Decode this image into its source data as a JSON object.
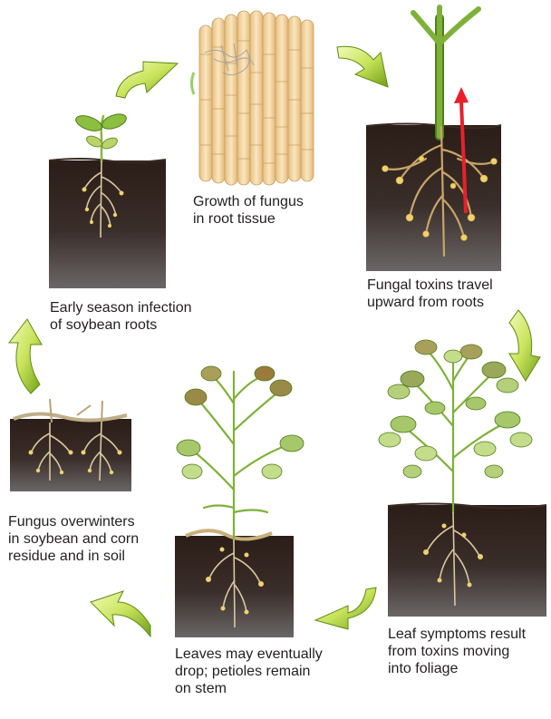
{
  "stages": [
    {
      "id": "early-infection",
      "caption": "Early season infection\nof soybean roots"
    },
    {
      "id": "fungus-growth",
      "caption": "Growth of fungus\nin root tissue"
    },
    {
      "id": "toxins-travel",
      "caption": "Fungal toxins travel\nupward from roots"
    },
    {
      "id": "leaf-symptoms",
      "caption": "Leaf symptoms result\nfrom toxins moving\ninto foliage"
    },
    {
      "id": "leaves-drop",
      "caption": "Leaves may eventually\ndrop; petioles remain\non stem"
    },
    {
      "id": "overwinter",
      "caption": "Fungus overwinters\nin soybean and corn\nresidue and in soil"
    }
  ],
  "colors": {
    "soil_top": "#2b1d17",
    "soil_bottom": "#5a5657",
    "root": "#d8c7a1",
    "nodule": "#f0d070",
    "stem": "#8db542",
    "leaf_green": "#a6c86a",
    "leaf_brown": "#9a7b3c",
    "arrow_light": "#e7f59a",
    "arrow_dark": "#7fae1e",
    "toxin_arrow": "#e8202a",
    "cell": "#f4d7a1"
  }
}
